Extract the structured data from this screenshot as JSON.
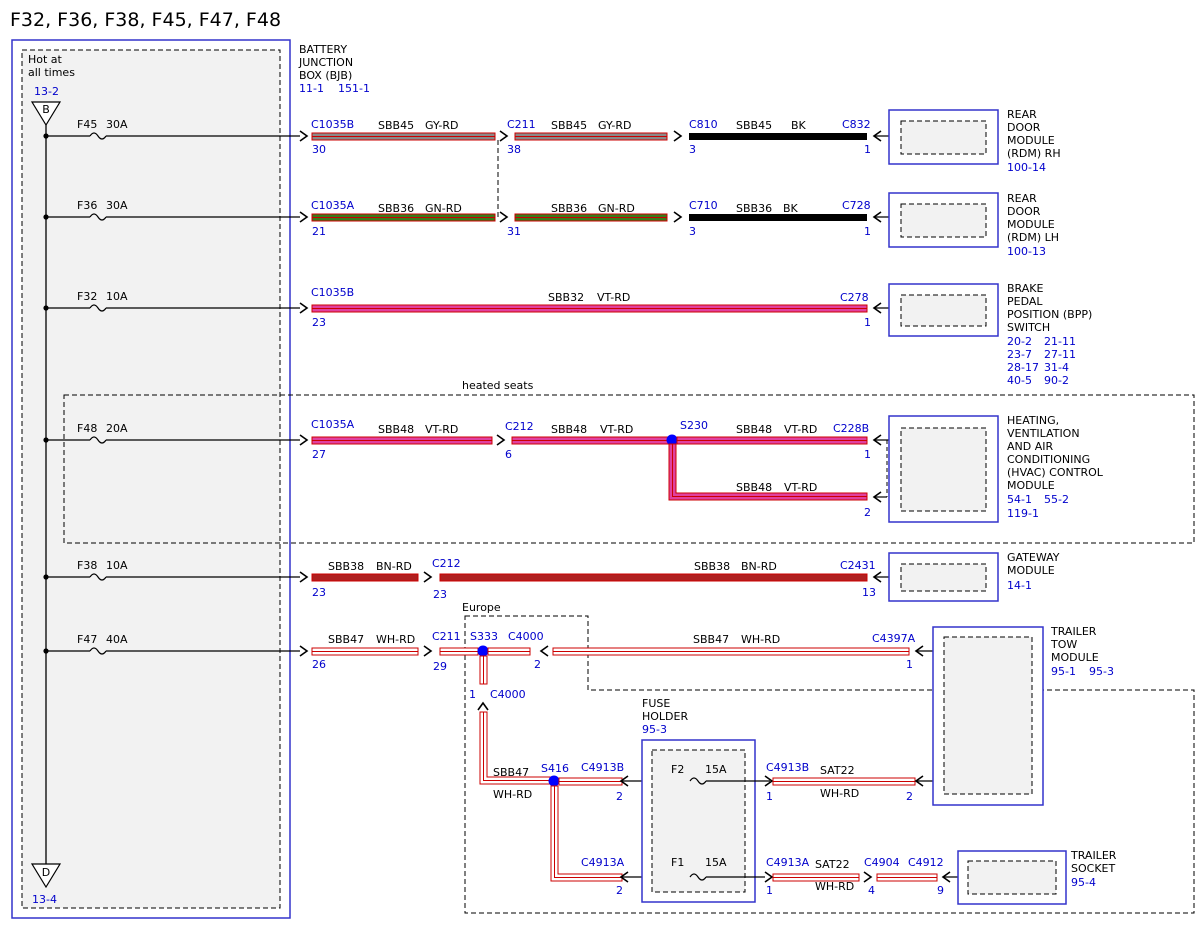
{
  "title": "F32, F36, F38, F45, F47, F48",
  "colors": {
    "box_blue": "#3333cc",
    "connector_blue": "#0000cc",
    "splice_blue": "#0000ff",
    "red": "#cc0000",
    "gray": "#8a8a8a",
    "green": "#3a7a1a",
    "violet": "#e040a0",
    "brown": "#b02020",
    "white": "#ffffff",
    "black": "#000000",
    "box_fill": "#f2f2f2"
  },
  "bjb": {
    "header": [
      "BATTERY",
      "JUNCTION",
      "BOX (BJB)"
    ],
    "refs": [
      "11-1",
      "151-1"
    ],
    "hot_label": [
      "Hot at",
      "all times"
    ],
    "top_ref": "13-2",
    "top_bus": "B",
    "bottom_bus": "D",
    "bottom_ref": "13-4"
  },
  "fuses": [
    {
      "name": "F45",
      "rating": "30A"
    },
    {
      "name": "F36",
      "rating": "30A"
    },
    {
      "name": "F32",
      "rating": "10A"
    },
    {
      "name": "F48",
      "rating": "20A"
    },
    {
      "name": "F38",
      "rating": "10A"
    },
    {
      "name": "F47",
      "rating": "40A"
    }
  ],
  "heated_seats_label": "heated seats",
  "europe_label": "Europe",
  "circuits": [
    {
      "segments": [
        {
          "from": "C1035B",
          "from_pin": "30",
          "circuit": "SBB45",
          "color": "GY-RD"
        },
        {
          "from": "C211",
          "from_pin": "38",
          "circuit": "SBB45",
          "color": "GY-RD"
        },
        {
          "from": "C810",
          "from_pin": "3",
          "circuit": "SBB45",
          "color": "BK"
        }
      ],
      "end": "C832",
      "end_pin": "1"
    },
    {
      "segments": [
        {
          "from": "C1035A",
          "from_pin": "21",
          "circuit": "SBB36",
          "color": "GN-RD"
        },
        {
          "from": "",
          "from_pin": "31",
          "circuit": "SBB36",
          "color": "GN-RD"
        },
        {
          "from": "C710",
          "from_pin": "3",
          "circuit": "SBB36",
          "color": "BK"
        }
      ],
      "end": "C728",
      "end_pin": "1"
    },
    {
      "segments": [
        {
          "from": "C1035B",
          "from_pin": "23",
          "circuit": "SBB32",
          "color": "VT-RD"
        }
      ],
      "end": "C278",
      "end_pin": "1"
    },
    {
      "segments": [
        {
          "from": "C1035A",
          "from_pin": "27",
          "circuit": "SBB48",
          "color": "VT-RD"
        },
        {
          "from": "C212",
          "from_pin": "6",
          "circuit": "SBB48",
          "color": "VT-RD"
        },
        {
          "from": "S230",
          "from_pin": "",
          "circuit": "SBB48",
          "color": "VT-RD"
        }
      ],
      "end": "C228B",
      "end_pin": "1",
      "branch": {
        "circuit": "SBB48",
        "color": "VT-RD",
        "end_pin": "2"
      }
    },
    {
      "segments": [
        {
          "from": "",
          "from_pin": "23",
          "circuit": "SBB38",
          "color": "BN-RD"
        },
        {
          "from": "C212",
          "from_pin": "23",
          "circuit": "SBB38",
          "color": "BN-RD"
        }
      ],
      "end": "C2431",
      "end_pin": "13"
    },
    {
      "segments": [
        {
          "from": "",
          "from_pin": "26",
          "circuit": "SBB47",
          "color": "WH-RD"
        },
        {
          "from": "C211",
          "from_pin": "29",
          "circuit": "",
          "color": ""
        },
        {
          "from": "S333",
          "from_pin": "",
          "circuit": "",
          "color": ""
        },
        {
          "from": "C4000",
          "from_pin": "2",
          "circuit": "SBB47",
          "color": "WH-RD"
        }
      ],
      "end": "C4397A",
      "end_pin": "1"
    }
  ],
  "modules": [
    {
      "lines": [
        "REAR",
        "DOOR",
        "MODULE",
        "(RDM) RH"
      ],
      "refs": [
        [
          "100-14"
        ]
      ]
    },
    {
      "lines": [
        "REAR",
        "DOOR",
        "MODULE",
        "(RDM) LH"
      ],
      "refs": [
        [
          "100-13"
        ]
      ]
    },
    {
      "lines": [
        "BRAKE",
        "PEDAL",
        "POSITION (BPP)",
        "SWITCH"
      ],
      "refs": [
        [
          "20-2",
          "21-11"
        ],
        [
          "23-7",
          "27-11"
        ],
        [
          "28-17",
          "31-4"
        ],
        [
          "40-5",
          "90-2"
        ]
      ]
    },
    {
      "lines": [
        "HEATING,",
        "VENTILATION",
        "AND AIR",
        "CONDITIONING",
        "(HVAC) CONTROL",
        "MODULE"
      ],
      "refs": [
        [
          "54-1",
          "55-2"
        ],
        [
          "119-1"
        ]
      ]
    },
    {
      "lines": [
        "GATEWAY",
        "MODULE"
      ],
      "refs": [
        [
          "14-1"
        ]
      ]
    },
    {
      "lines": [
        "TRAILER",
        "TOW",
        "MODULE"
      ],
      "refs": [
        [
          "95-1",
          "95-3"
        ]
      ]
    },
    {
      "lines": [
        "TRAILER",
        "SOCKET"
      ],
      "refs": [
        [
          "95-4"
        ]
      ]
    }
  ],
  "trailer": {
    "s333_down_pin": "1",
    "s333_down_conn": "C4000",
    "vertical_circuit": "SBB47",
    "vertical_color": "WH-RD",
    "splice2": "S416",
    "fuse_holder": {
      "lines": [
        "FUSE",
        "HOLDER"
      ],
      "ref": "95-3"
    },
    "fuse_f2": {
      "name": "F2",
      "rating": "15A"
    },
    "fuse_f1": {
      "name": "F1",
      "rating": "15A"
    },
    "upper_in_conn": "C4913B",
    "upper_in_pin": "2",
    "upper_out_conn": "C4913B",
    "upper_out_pin": "1",
    "upper_circuit": "SAT22",
    "upper_color": "WH-RD",
    "upper_end_pin": "2",
    "lower_in_conn": "C4913A",
    "lower_in_pin": "2",
    "lower_out_conn": "C4913A",
    "lower_out_pin": "1",
    "lower_circuit": "SAT22",
    "lower_color": "WH-RD",
    "c4904": "C4904",
    "c4904_pin": "4",
    "c4912": "C4912",
    "c4912_pin": "9"
  }
}
